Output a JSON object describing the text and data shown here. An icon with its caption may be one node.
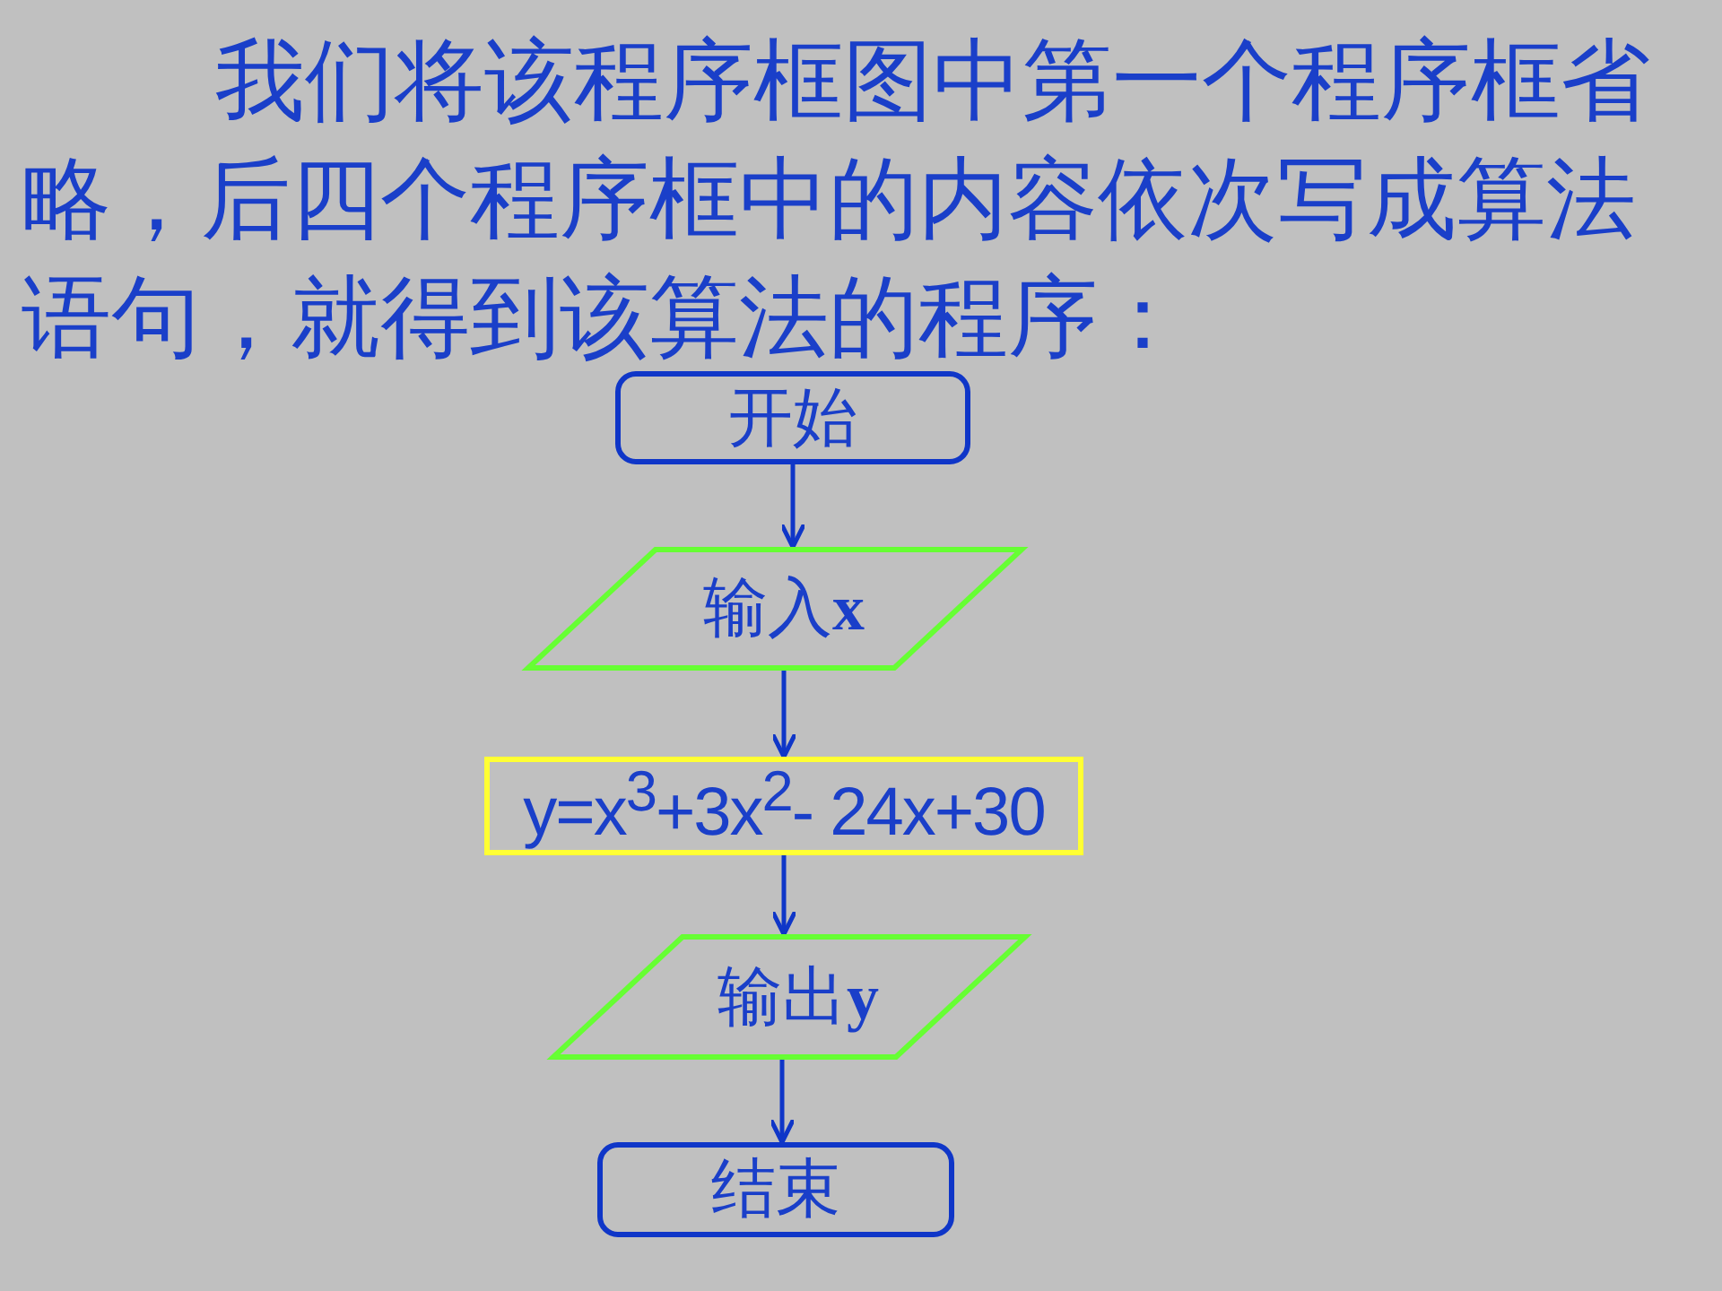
{
  "diagram": {
    "title": "我们将该程序框图中第一个程序框省略，后四个程序框中的内容依次写成算法语句，就得到该算法的程序：",
    "nodes": [
      {
        "text": [
          "开始"
        ]
      },
      {
        "text": [
          "输入**x**"
        ]
      },
      {
        "text": [
          "y=x$^{3}$+3x$^{2}$- 24x+30"
        ]
      },
      {
        "text": [
          "输出**y**"
        ]
      },
      {
        "text": [
          "结束"
        ]
      }
    ],
    "edges": [
      {
        "from": 0,
        "to": 1,
        "arrow": "to"
      },
      {
        "from": 1,
        "to": 2,
        "arrow": "to"
      },
      {
        "from": 2,
        "to": 3,
        "arrow": "to"
      },
      {
        "from": 3,
        "to": 4,
        "arrow": "to"
      }
    ]
  }
}
